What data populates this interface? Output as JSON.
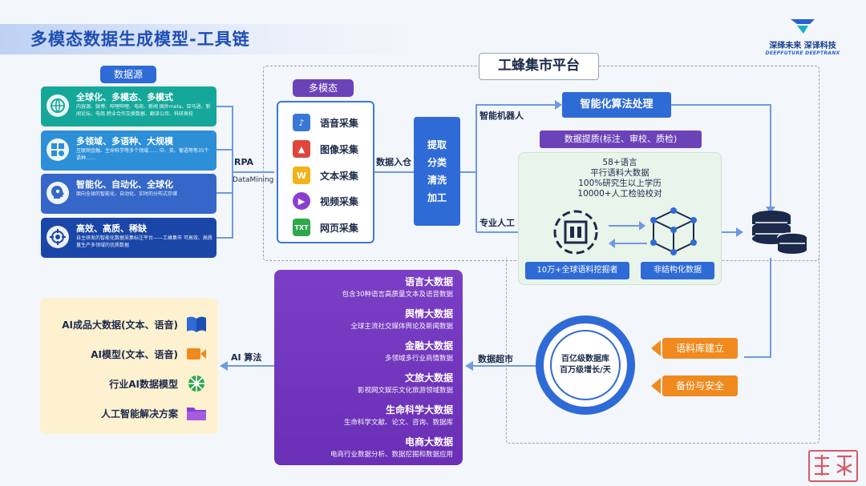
{
  "header": {
    "title": "多模态数据生成模型-工具链",
    "logo_cn_1": "深绎未来",
    "logo_cn_2": "深译科技",
    "logo_en_1": "DEEPFUTURE",
    "logo_en_2": "DEEPTRANX"
  },
  "data_source": {
    "label": "数据源",
    "cards": [
      {
        "title": "全球化、多模态、多模式",
        "desc": "内容源、微博、哔哩哔哩、电商、新闻 国外meta、亚马逊、新闻论坛、电商 跨业合作交换数据、翻译公司、科研高校",
        "color": "#15a89a",
        "icon": "globe-icon"
      },
      {
        "title": "多领域、多语种、大规模",
        "desc": "互联网金融、生命科学等多个领域…… 中、英、葡语等等35个语种……",
        "color": "#2c8fd8",
        "icon": "grid-icon"
      },
      {
        "title": "智能化、自动化、全球化",
        "desc": "面向全球的智能化、自动化、实时的分布式存储",
        "color": "#3567c9",
        "icon": "ai-head-icon"
      },
      {
        "title": "高效、高质、稀缺",
        "desc": "自主研发的智能化数据采集标注平台——工蜂集市 可高效、高质量生产多领域的优质数据",
        "color": "#1a46a8",
        "icon": "target-icon"
      }
    ]
  },
  "flow_labels": {
    "rpa": "RPA",
    "datamining": "DataMining",
    "data_in": "数据入仓",
    "robot": "智能机器人",
    "human": "专业人工",
    "market": "数据超市",
    "ai_algo": "AI 算法"
  },
  "platform": {
    "title": "工蜂集市平台"
  },
  "multimodal": {
    "label": "多模态",
    "items": [
      {
        "label": "语音采集",
        "glyph": "♪",
        "color": "#3a78d8",
        "icon": "music-note-icon"
      },
      {
        "label": "图像采集",
        "glyph": "▲",
        "color": "#e0453b",
        "icon": "image-icon"
      },
      {
        "label": "文本采集",
        "glyph": "W",
        "color": "#f3b21a",
        "icon": "text-doc-icon"
      },
      {
        "label": "视频采集",
        "glyph": "▶",
        "color": "#8a3fd0",
        "icon": "video-play-icon"
      },
      {
        "label": "网页采集",
        "glyph": "TXT",
        "color": "#2ea84a",
        "icon": "webpage-icon"
      }
    ]
  },
  "process": {
    "steps": [
      "提取",
      "分类",
      "清洗",
      "加工"
    ]
  },
  "algo": {
    "label": "智能化算法处理"
  },
  "quality": {
    "label": "数据提质(标注、审校、质检)"
  },
  "stats": {
    "lines": [
      "58+语言",
      "平行语料大数据",
      "100%研究生以上学历",
      "10000+人工检验校对"
    ],
    "miners": "10万+全球语料挖掘者",
    "unstructured": "非结构化数据"
  },
  "big_data": {
    "items": [
      {
        "title": "语言大数据",
        "desc": "包含30种语言高质量文本及语音数据"
      },
      {
        "title": "舆情大数据",
        "desc": "全球主流社交媒体舆论及新闻数据"
      },
      {
        "title": "金融大数据",
        "desc": "多领域多行业商情数据"
      },
      {
        "title": "文旅大数据",
        "desc": "影视网文娱乐文化旅游领域数据"
      },
      {
        "title": "生命科学大数据",
        "desc": "生命科学文献、论文、咨询、数据库"
      },
      {
        "title": "电商大数据",
        "desc": "电商行业数据分析、数据挖掘和数据应用"
      }
    ]
  },
  "products": {
    "items": [
      {
        "label": "AI成品大数据(文本、语音)",
        "icon": "book-icon",
        "color": "#2f6bd6"
      },
      {
        "label": "AI模型(文本、语音)",
        "icon": "camera-icon",
        "color": "#f08a1f"
      },
      {
        "label": "行业AI数据模型",
        "icon": "network-globe-icon",
        "color": "#2ea84a"
      },
      {
        "label": "人工智能解决方案",
        "icon": "folder-icon",
        "color": "#8a3fd0"
      }
    ]
  },
  "database": {
    "line1": "百亿级数据库",
    "line2": "百万级增长/天",
    "corpus": "语料库建立",
    "backup": "备份与安全"
  }
}
